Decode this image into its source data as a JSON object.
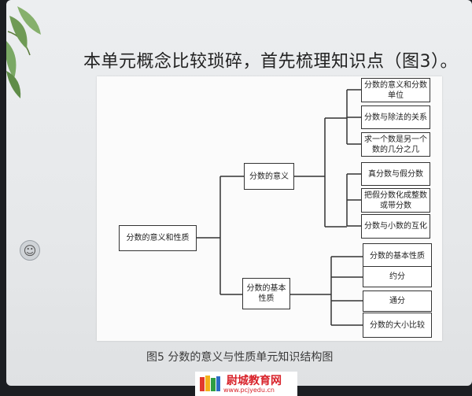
{
  "slide": {
    "heading": "本单元概念比较琐碎，首先梳理知识点（图3）。",
    "caption": "图5 分数的意义与性质单元知识结构图"
  },
  "diagram": {
    "root": "分数的意义和性质",
    "branches": [
      {
        "label": "分数的意义",
        "leaves": [
          "分数的意义和分数单位",
          "分数与除法的关系",
          "求一个数是另一个数的几分之几",
          "真分数与假分数",
          "把假分数化成整数或带分数",
          "分数与小数的互化"
        ]
      },
      {
        "label": "分数的基本性质",
        "leaves": [
          "分数的基本性质",
          "约分",
          "通分",
          "分数的大小比较"
        ]
      }
    ]
  },
  "footer": {
    "site_name": "尉城教育网",
    "url": "www.pcjyedu.cn"
  },
  "icons": {
    "plant": "plant-icon",
    "smiley": "smiley-icon",
    "logo": "books-logo-icon"
  }
}
